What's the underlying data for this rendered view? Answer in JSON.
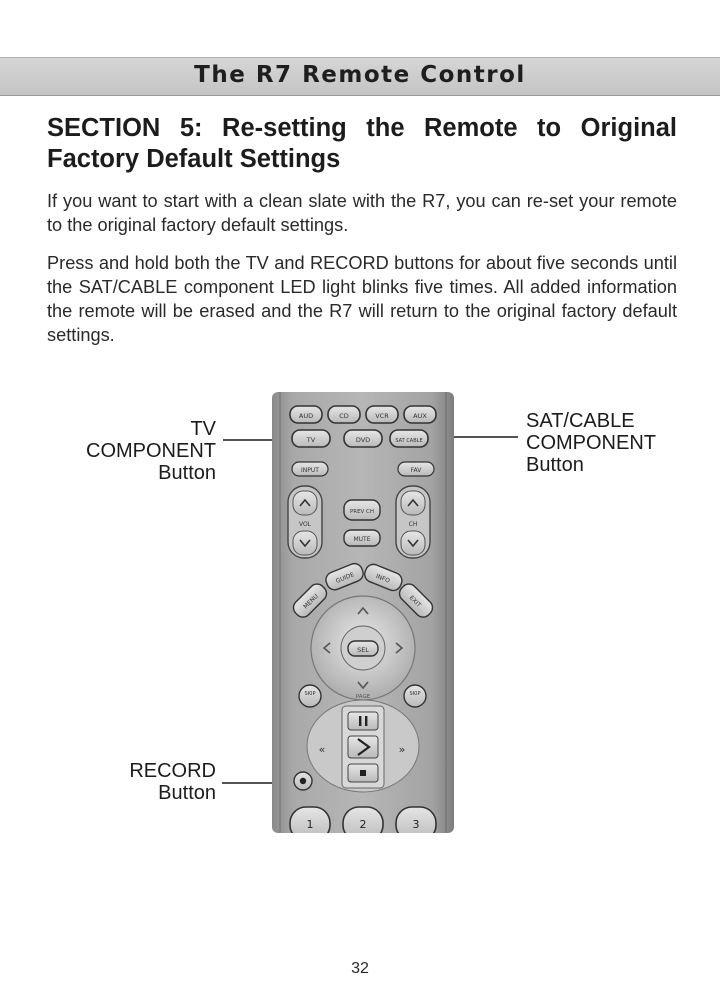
{
  "header": {
    "title": "The R7 Remote Control"
  },
  "section": {
    "title": "SECTION 5: Re-setting the Remote to Original Factory Default Settings",
    "paragraphs": [
      "If you want to start with a clean slate with the R7, you can re-set your remote to the original factory default settings.",
      "Press and hold both the TV and RECORD buttons for about five seconds until the SAT/CABLE component LED light blinks five times. All added information the remote will be erased and the R7 will return to the original factory default settings."
    ]
  },
  "callouts": {
    "tv": {
      "line1": "TV",
      "line2": "COMPONENT",
      "line3": "Button"
    },
    "sat": {
      "line1": "SAT/CABLE",
      "line2": "COMPONENT",
      "line3": "Button"
    },
    "record": {
      "line1": "RECORD",
      "line2": "Button"
    }
  },
  "remote": {
    "top_row": [
      "AUD",
      "CD",
      "VCR",
      "AUX"
    ],
    "second_row": [
      "TV",
      "DVD",
      "SAT CABLE"
    ],
    "input": "INPUT",
    "fav": "FAV",
    "prev_ch": "PREV CH",
    "vol": "VOL",
    "ch": "CH",
    "mute": "MUTE",
    "menu": "MENU",
    "guide": "GUIDE",
    "info": "INFO",
    "exit": "EXIT",
    "sel": "SEL",
    "skip_minus": "SKIP",
    "skip_plus": "SKIP",
    "page": "PAGE",
    "numbers": [
      "1",
      "2",
      "3"
    ]
  },
  "page_number": "32"
}
